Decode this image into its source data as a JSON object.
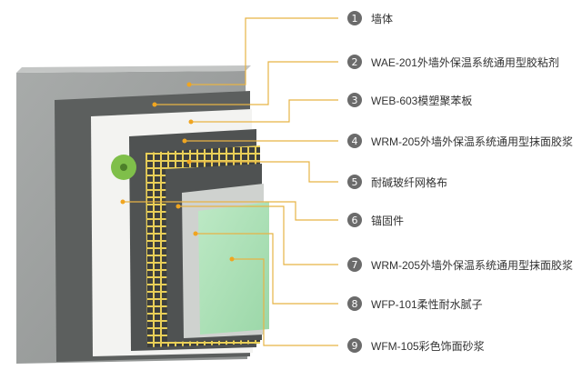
{
  "layers": [
    {
      "num": "1",
      "label": "墙体"
    },
    {
      "num": "2",
      "label": "WAE-201外墙外保温系统通用型胶粘剂"
    },
    {
      "num": "3",
      "label": "WEB-603模塑聚苯板"
    },
    {
      "num": "4",
      "label": "WRM-205外墙外保温系统通用型抹面胶浆"
    },
    {
      "num": "5",
      "label": "耐碱玻纤网格布"
    },
    {
      "num": "6",
      "label": "锚固件"
    },
    {
      "num": "7",
      "label": "WRM-205外墙外保温系统通用型抹面胶浆"
    },
    {
      "num": "8",
      "label": "WFP-101柔性耐水腻子"
    },
    {
      "num": "9",
      "label": "WFM-105彩色饰面砂浆"
    }
  ],
  "colors": {
    "wall": "#9a9d9c",
    "adhesive": "#5c5f5e",
    "eps": "#f3f3f1",
    "mortar": "#4f5252",
    "mesh": "#e9cf58",
    "anchor": "#7fbf4a",
    "putty": "#cfd2cf",
    "finish": "#a9e0b4",
    "leader": "#e7b345",
    "dot": "#f0a520",
    "badge": "#6b6b6b"
  }
}
